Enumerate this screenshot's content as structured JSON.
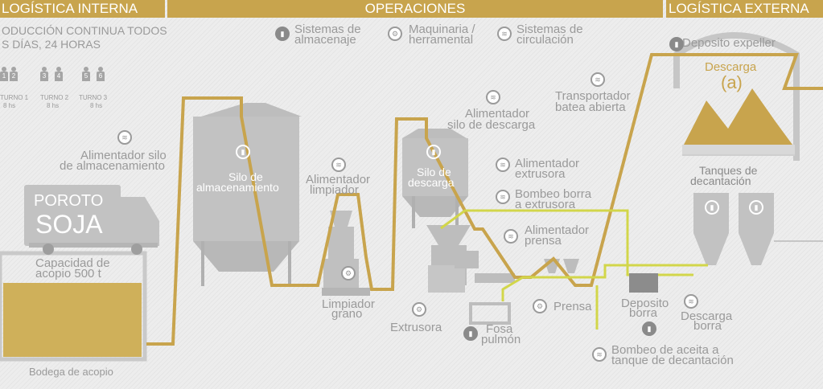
{
  "header": {
    "internal": "LOGÍSTICA INTERNA",
    "operations": "OPERACIONES",
    "external": "LOGÍSTICA EXTERNA"
  },
  "production": {
    "line1": "ODUCCIÓN CONTINUA TODOS",
    "line2": "S DÍAS, 24 HORAS",
    "shifts": [
      {
        "name": "TURNO 1",
        "hours": "8 hs",
        "a": "1",
        "b": "2"
      },
      {
        "name": "TURNO 2",
        "hours": "8 hs",
        "a": "3",
        "b": "4"
      },
      {
        "name": "TURNO 3",
        "hours": "8 hs",
        "a": "5",
        "b": "6"
      }
    ]
  },
  "legend": {
    "storage": [
      "Sistemas de",
      "almacenaje"
    ],
    "machinery": [
      "Maquinaria /",
      "herramental"
    ],
    "circulation": [
      "Sistemas de",
      "circulación"
    ]
  },
  "truck": {
    "line1": "POROTO",
    "line2": "SOJA"
  },
  "warehouse": {
    "capacity": [
      "Capacidad de",
      "acopio 500 t"
    ],
    "name": "Bodega de acopio"
  },
  "labels": {
    "storage_feeder": [
      "Alimentador silo",
      "de almacenamiento"
    ],
    "storage_silo": [
      "Silo de",
      "almacenamiento"
    ],
    "cleaner_feeder": [
      "Alimentador",
      "limpiador"
    ],
    "grain_cleaner": [
      "Limpiador",
      "grano"
    ],
    "discharge_silo": [
      "Silo de",
      "descarga"
    ],
    "discharge_feeder": [
      "Alimentador",
      "silo de descarga"
    ],
    "extruder_feeder": [
      "Alimentador",
      "extrusora"
    ],
    "pump_to_extruder": [
      "Bombeo borra",
      "a extrusora"
    ],
    "press_feeder": [
      "Alimentador",
      "prensa"
    ],
    "extruder": "Extrusora",
    "pit": [
      "Fosa",
      "pulmón"
    ],
    "press": "Prensa",
    "sludge_tank": [
      "Deposito",
      "borra"
    ],
    "sludge_discharge": [
      "Descarga",
      "borra"
    ],
    "oil_pump": [
      "Bombeo de aceita a",
      "tanque de decantación"
    ],
    "conveyor": [
      "Transportador",
      "batea abierta"
    ],
    "expeller_deposit": "Deposito expeller",
    "unload": "Descarga",
    "unload_mark": "(a)",
    "tanks": [
      "Tanques de",
      "decantación"
    ]
  },
  "colors": {
    "gold": "#c8a44d",
    "lime": "#d2d64a",
    "gray": "#a8a8a8"
  }
}
